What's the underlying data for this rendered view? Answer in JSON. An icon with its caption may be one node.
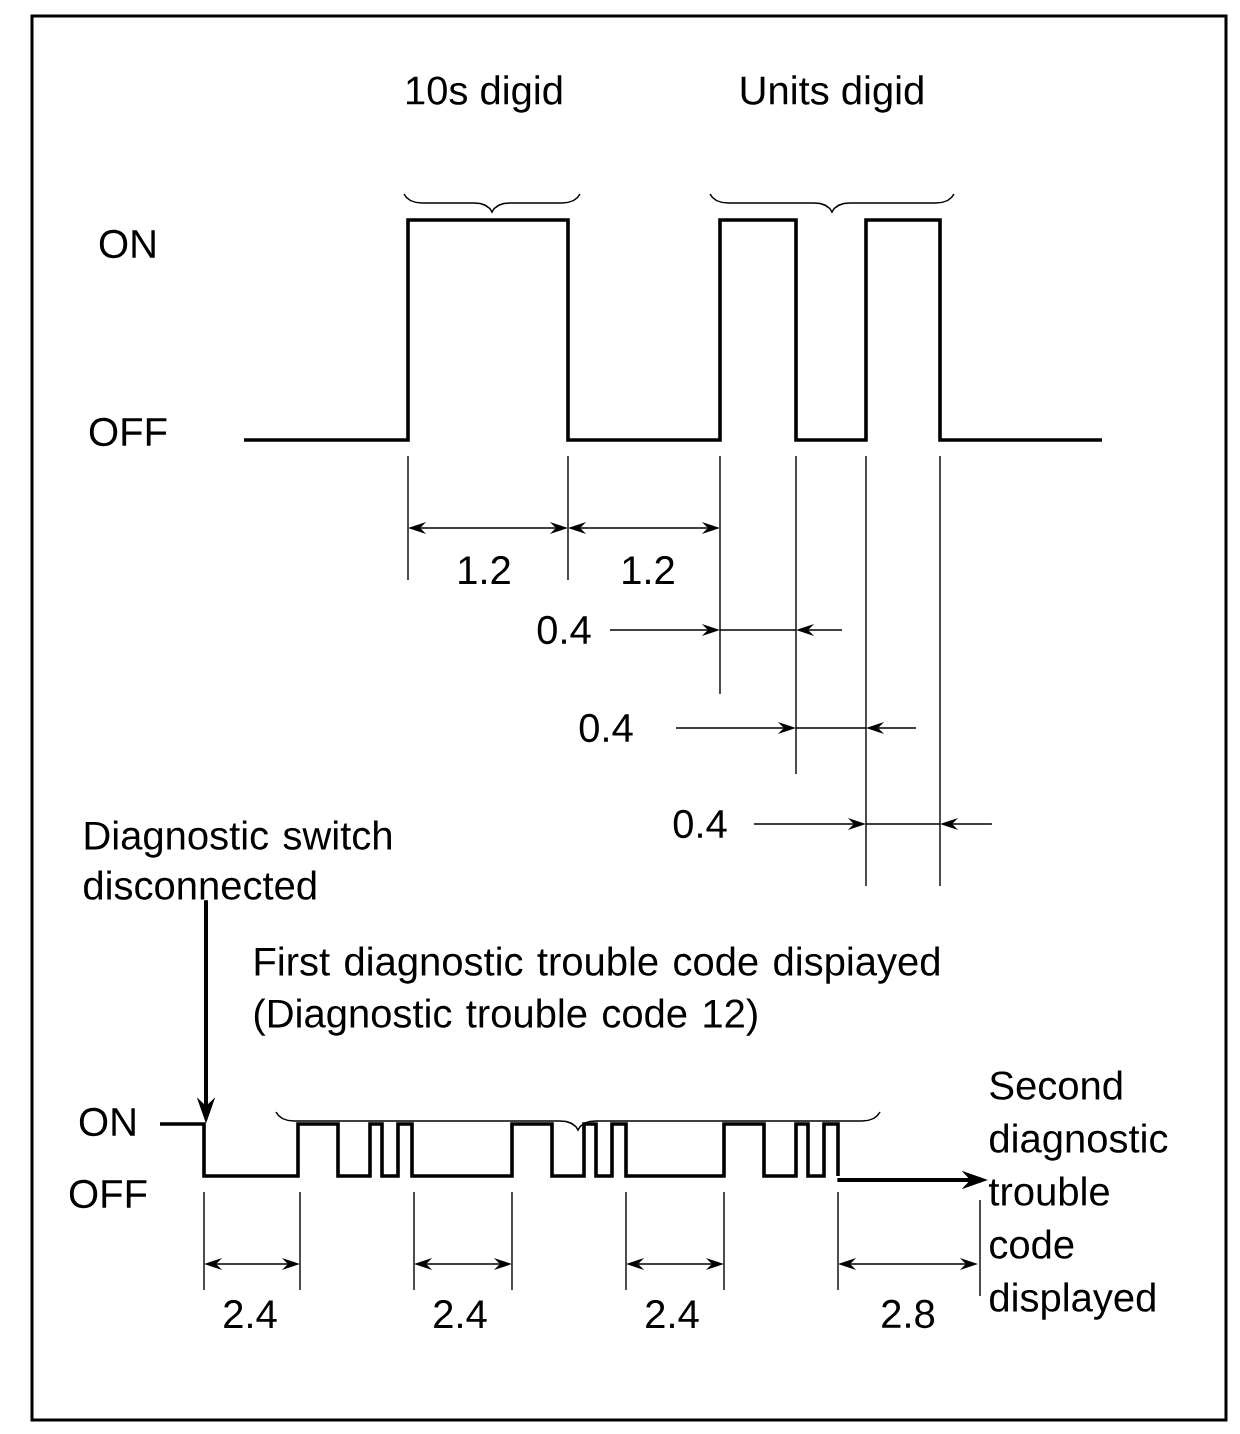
{
  "diagram": {
    "nodes": [
      {
        "text": [
          "Diagnostic switch disconnected"
        ]
      },
      {
        "text": [],
        "shape": "picture"
      },
      {
        "text": [
          "Second diagnostic trouble code displayed"
        ]
      }
    ],
    "edges": [
      {
        "from": 0,
        "to": 1,
        "arrow": "to"
      },
      {
        "from": 1,
        "to": 2,
        "arrow": "to"
      }
    ],
    "labels": [
      "10s digid",
      "Units digid",
      "ON",
      "OFF",
      "1.2",
      "1.2",
      "0.4",
      "0.4",
      "0.4",
      "First diagnostic trouble code dispiayed (Diagnostic trouble code 12)",
      "ON",
      "OFF",
      "2.4",
      "2.4",
      "2.4",
      "2.8"
    ]
  }
}
